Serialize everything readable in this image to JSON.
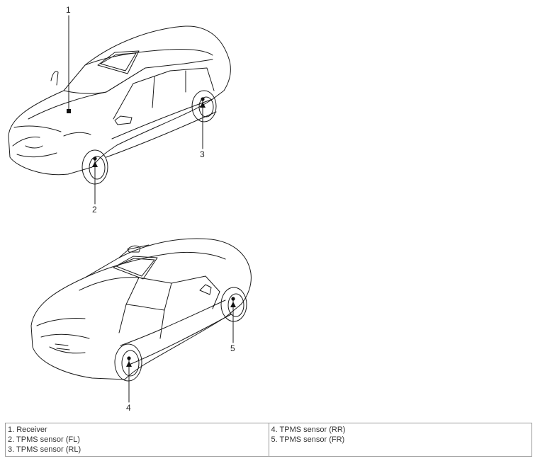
{
  "callouts": [
    "1",
    "2",
    "3",
    "4",
    "5"
  ],
  "legend": {
    "left": [
      "1. Receiver",
      "2. TPMS sensor (FL)",
      "3. TPMS sensor (RL)"
    ],
    "right": [
      "4. TPMS sensor (RR)",
      "5. TPMS sensor (FR)"
    ]
  },
  "colors": {
    "line": "#1a1a1a",
    "table_border": "#9a9a9a"
  }
}
